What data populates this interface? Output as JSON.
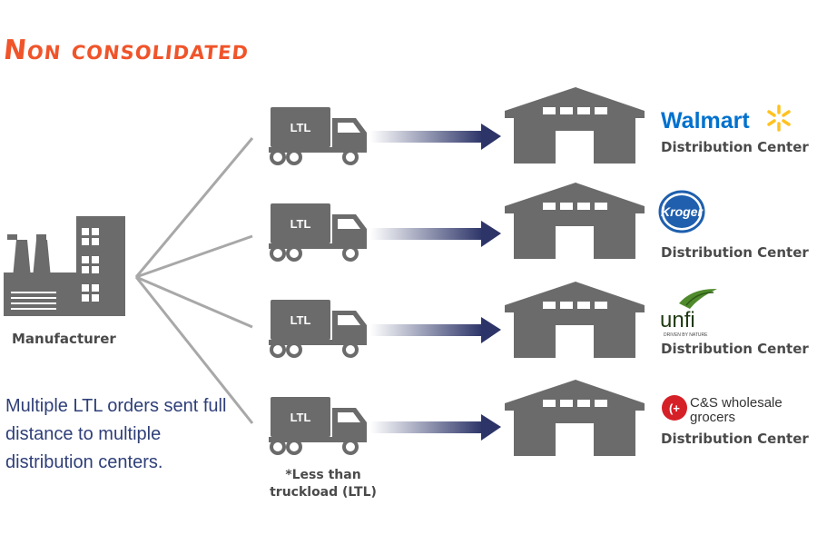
{
  "title": "Non consolidated",
  "manufacturer_label": "Manufacturer",
  "note": "Multiple LTL orders sent full distance to multiple distribution centers.",
  "ltl_footnote_line1": "*Less than",
  "ltl_footnote_line2": "truckload (LTL)",
  "truck_label": "LTL",
  "colors": {
    "title": "#f0542a",
    "grey": "#6b6b6b",
    "arrow": "#2c3468",
    "note": "#2f3f78"
  },
  "destinations": [
    {
      "logo": "Walmart",
      "label": "Distribution Center"
    },
    {
      "logo": "Kroger",
      "label": "Distribution Center"
    },
    {
      "logo": "unfi",
      "logo_tagline": "DRIVEN BY NATURE",
      "label": "Distribution Center"
    },
    {
      "logo": "C&S wholesale grocers",
      "logo_line1": "C&S wholesale",
      "logo_line2": "grocers",
      "label": "Distribution Center"
    }
  ]
}
